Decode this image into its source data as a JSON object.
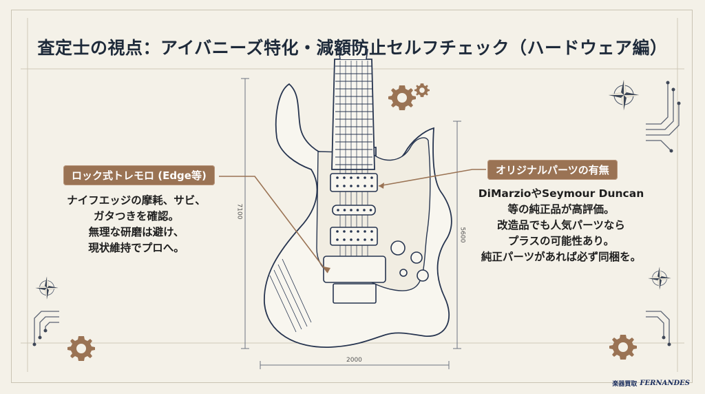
{
  "title": "査定士の視点：アイバニーズ特化・減額防止セルフチェック（ハードウェア編）",
  "left_callout": {
    "label": "ロック式トレモロ (Edge等)",
    "lines": [
      "ナイフエッジの摩耗、サビ、",
      "ガタつきを確認。",
      "無理な研磨は避け、",
      "現状維持でプロへ。"
    ]
  },
  "right_callout": {
    "label": "オリジナルパーツの有無",
    "lines": [
      "DiMarzioやSeymour Duncan",
      "等の純正品が高評価。",
      "改造品でも人気パーツなら",
      "プラスの可能性あり。",
      "純正パーツがあれば必ず同梱を。"
    ]
  },
  "dimensions": {
    "height": "7100",
    "bottom": "2000",
    "right": "5600"
  },
  "brand": {
    "left": "楽器買取",
    "right": "FERNANDES"
  },
  "colors": {
    "accent": "#9a7354",
    "line": "#26344f",
    "background": "#f4f1e8"
  },
  "icons": [
    "compass-rose-icon",
    "gear-icon",
    "circuit-trace-icon"
  ]
}
